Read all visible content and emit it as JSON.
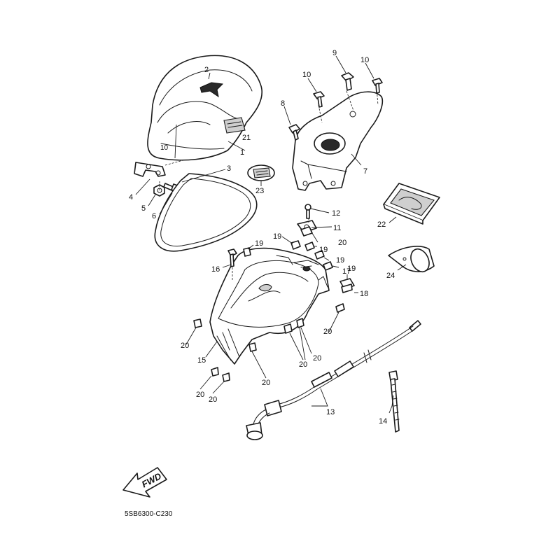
{
  "callouts": {
    "c1": "1",
    "c2": "2",
    "c3": "3",
    "c4": "4",
    "c5": "5",
    "c6": "6",
    "c7": "7",
    "c8": "8",
    "c9": "9",
    "c10a": "10",
    "c10b": "10",
    "c11": "11",
    "c12": "12",
    "c13": "13",
    "c14": "14",
    "c15": "15",
    "c16": "16",
    "c17": "17",
    "c18": "18",
    "c19a": "19",
    "c19b": "19",
    "c19c": "19",
    "c19d": "19",
    "c19e": "19",
    "c20a": "20",
    "c20b": "20",
    "c20c": "20",
    "c20d": "20",
    "c20e": "20",
    "c20f": "20",
    "c20g": "20",
    "c20h": "20",
    "c21": "21",
    "c22": "22",
    "c23": "23",
    "c24": "24"
  },
  "direction_arrow": {
    "label": "FWD"
  },
  "diagram_code": "5SB6300-C230"
}
